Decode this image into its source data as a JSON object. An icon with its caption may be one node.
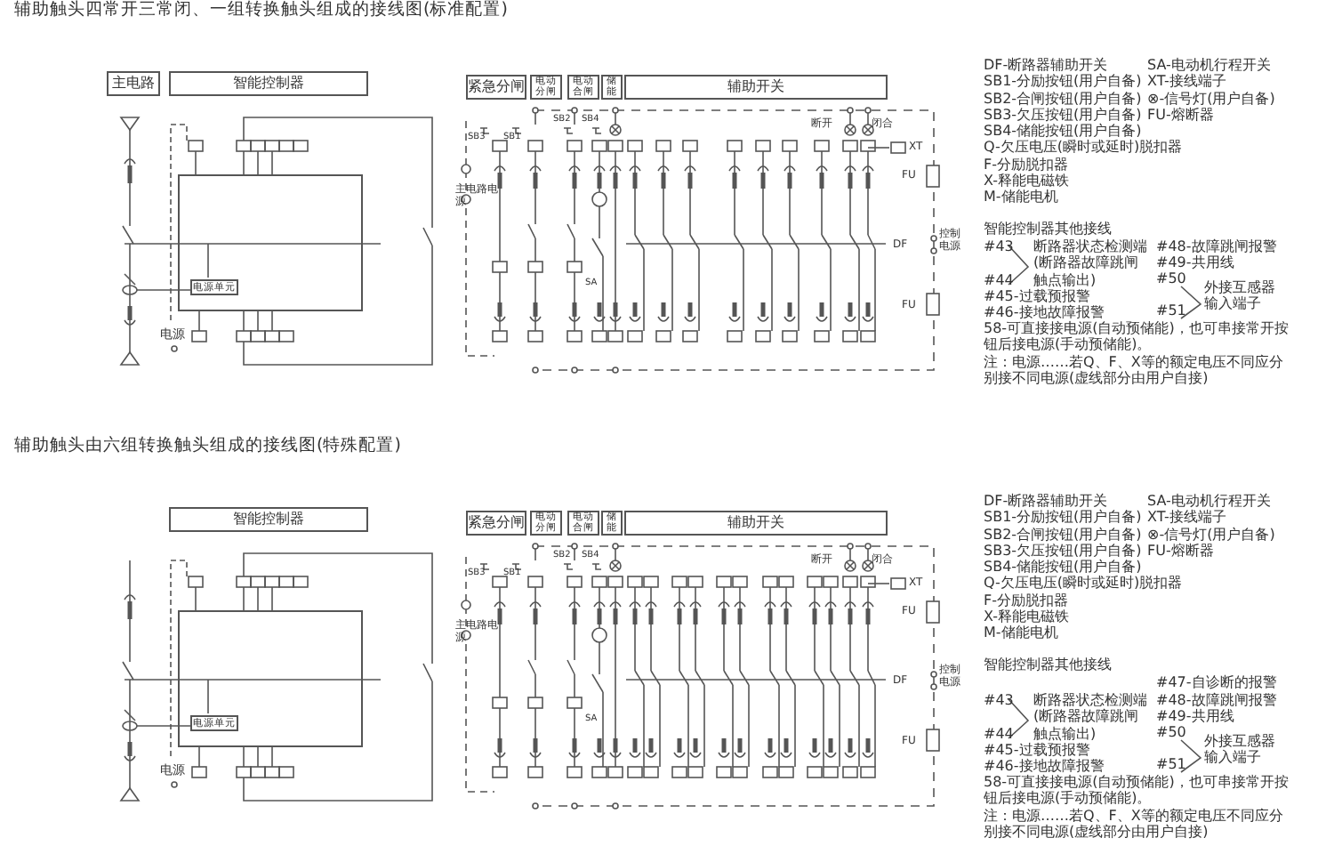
{
  "diagram": {
    "nodes": [
      {
        "text": [
          "主电路"
        ]
      },
      {
        "text": [
          "智能控制器"
        ]
      },
      {
        "text": [
          "紧急分闸"
        ]
      },
      {
        "text": [
          "电动分闸"
        ]
      },
      {
        "text": [
          "电动合闸"
        ]
      },
      {
        "text": [
          "储能"
        ]
      },
      {
        "text": [
          "辅助开关"
        ]
      },
      {
        "text": [],
        "shape": "box"
      },
      {
        "text": [
          "电源单元"
        ],
        "in": 7
      },
      {
        "text": [
          "智能控制器"
        ]
      },
      {
        "text": [
          "紧急分闸"
        ]
      },
      {
        "text": [
          "电动分闸"
        ]
      },
      {
        "text": [
          "电动合闸"
        ]
      },
      {
        "text": [
          "储能"
        ]
      },
      {
        "text": [
          "辅助开关"
        ]
      },
      {
        "text": [],
        "shape": "box"
      },
      {
        "text": [
          "电源单元"
        ],
        "in": 15
      }
    ],
    "labels": [
      "辅助触头四常开三常闭、一组转换触头组成的接线图(标准配置)",
      "主电路电源",
      "电源",
      "SB3",
      "SB1",
      "SB2",
      "SB4",
      "断开",
      "闭合",
      "XT",
      "FU",
      "DF",
      "控制电源",
      "SA",
      "FU",
      "DF-断路器辅助开关",
      "SA-电动机行程开关",
      "SB1-分励按钮(用户自备)",
      "XT-接线端子",
      "SB2-合闸按钮(用户自备)",
      "⊗-信号灯(用户自备)",
      "SB3-欠压按钮(用户自备)",
      "FU-熔断器",
      "SB4-储能按钮(用户自备)",
      "Q-欠压电压(瞬时或延时)脱扣器",
      "F-分励脱扣器",
      "X-释能电磁铁",
      "M-储能电机",
      "智能控制器其他接线",
      "#43",
      "断路器状态检测端(断路器故障跳闸触点输出)",
      "#48-故障跳闸报警",
      "#44",
      "#49-共用线",
      "#50",
      "外接互感器输入端子",
      "#45-过载预报警",
      "#51",
      "#46-接地故障报警",
      "58-可直接接电源(自动预储能)，也可串接常开按钮后接电源(手动预储能)。",
      "注：电源……若Q、F、X等的额定电压不同应分别接不同电源(虚线部分由用户自接)",
      "辅助触头由六组转换触头组成的接线图(特殊配置)",
      "主电路电源",
      "电源",
      "SB3",
      "SB1",
      "SB2",
      "SB4",
      "断开",
      "闭合",
      "XT",
      "FU",
      "DF",
      "控制电源",
      "SA",
      "FU",
      "DF-断路器辅助开关",
      "SA-电动机行程开关",
      "SB1-分励按钮(用户自备)",
      "XT-接线端子",
      "SB2-合闸按钮(用户自备)",
      "⊗-信号灯(用户自备)",
      "SB3-欠压按钮(用户自备)",
      "FU-熔断器",
      "SB4-储能按钮(用户自备)",
      "Q-欠压电压(瞬时或延时)脱扣器",
      "F-分励脱扣器",
      "X-释能电磁铁",
      "M-储能电机",
      "智能控制器其他接线",
      "#47-自诊断的报警",
      "#43",
      "断路器状态检测端(断路器故障跳闸触点输出)",
      "#48-故障跳闸报警",
      "#44",
      "#49-共用线",
      "#50",
      "外接互感器输入端子",
      "#45-过载预报警",
      "#51",
      "#46-接地故障报警",
      "58-可直接接电源(自动预储能)，也可串接常开按钮后接电源(手动预储能)。",
      "注：电源……若Q、F、X等的额定电压不同应分别接不同电源(虚线部分由用户自接)"
    ]
  }
}
